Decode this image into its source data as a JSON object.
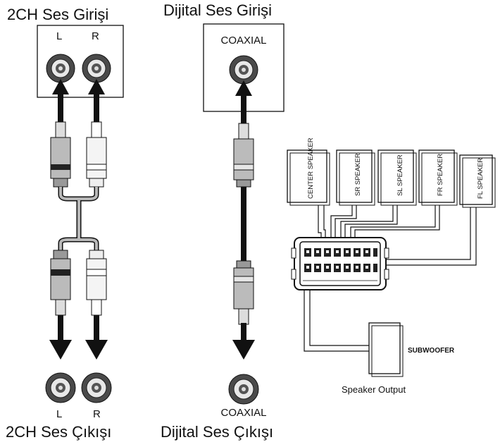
{
  "titles": {
    "analog_input": "2CH Ses Girişi",
    "digital_input": "Dijital Ses Girişi",
    "analog_output": "2CH Ses Çıkışı",
    "digital_output": "Dijital Ses Çıkışı"
  },
  "jacks": {
    "left": "L",
    "right": "R",
    "coaxial_in": "COAXIAL",
    "left_out": "L",
    "right_out": "R",
    "coaxial_out": "COAXIAL"
  },
  "speakers": [
    {
      "label": "CENTER SPEAKER"
    },
    {
      "label": "SR SPEAKER"
    },
    {
      "label": "SL SPEAKER"
    },
    {
      "label": "FR SPEAKER"
    },
    {
      "label": "FL SPEAKER"
    }
  ],
  "subwoofer": {
    "label": "SUBWOOFER"
  },
  "speaker_output": {
    "label": "Speaker Output"
  },
  "colors": {
    "line": "#1a1a1a",
    "jack_outer": "#4a4a4a",
    "jack_inner": "#e8e8e8",
    "plug_dark": "#3a3a3a",
    "plug_light": "#f2f2f2",
    "cable_gray": "#b8b8b8"
  }
}
